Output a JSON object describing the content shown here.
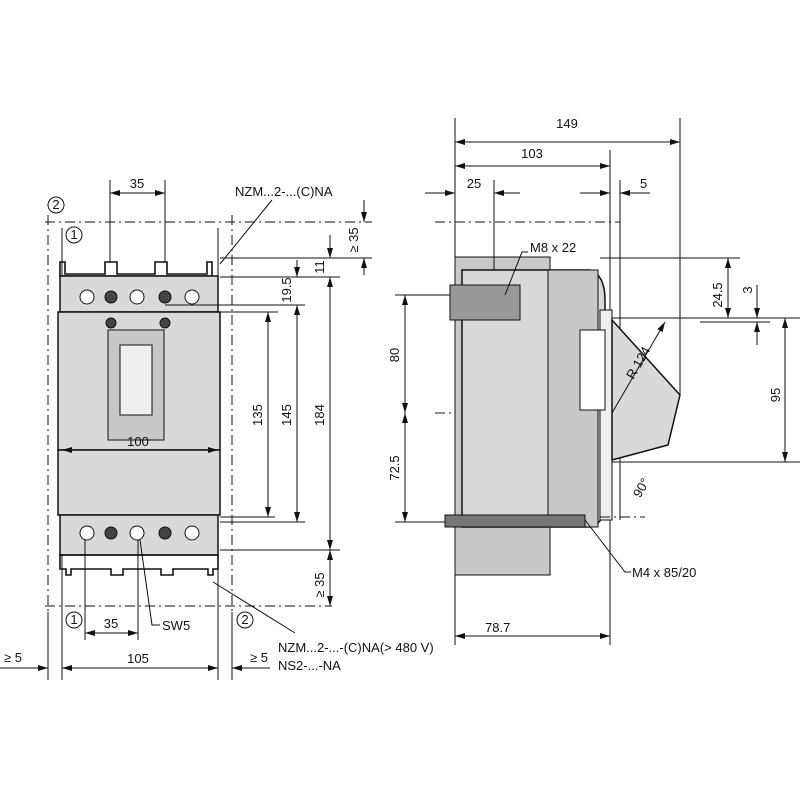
{
  "title": "Circuit breaker dimension drawing",
  "front_view": {
    "dim_top_pole_pitch": "35",
    "label_top_variant": "NZM...2-...(C)NA",
    "dim_clear_top": "≥ 35",
    "dim_11": "11",
    "dim_19_5": "19.5",
    "dim_135": "135",
    "dim_145": "145",
    "dim_184": "184",
    "dim_100": "100",
    "dim_clear_bottom": "≥ 35",
    "dim_bottom_pole_pitch": "35",
    "label_sw5": "SW5",
    "dim_width": "105",
    "dim_side_left": "≥ 5",
    "dim_side_right": "≥ 5",
    "marker_1": "1",
    "marker_2": "2",
    "label_bottom_variant_1": "NZM...2-...-(C)NA(> 480 V)",
    "label_bottom_variant_2": "NS2-...-NA"
  },
  "side_view": {
    "dim_149": "149",
    "dim_103": "103",
    "dim_25": "25",
    "dim_5": "5",
    "label_m8": "M8 x 22",
    "dim_24_5": "24.5",
    "dim_3": "3",
    "dim_80": "80",
    "dim_72_5": "72.5",
    "label_r124": "R 124",
    "dim_95": "95",
    "label_angle": "90°",
    "label_m4": "M4 x 85/20",
    "dim_78_7": "78.7"
  }
}
